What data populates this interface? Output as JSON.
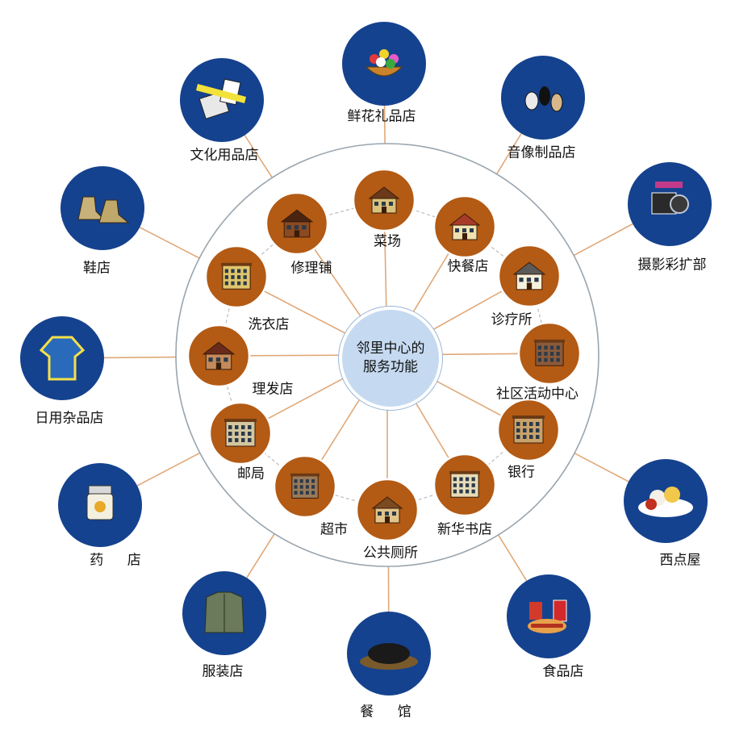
{
  "center": {
    "line1": "邻里中心的",
    "line2": "服务功能"
  },
  "inner_nodes": [
    {
      "id": "caichang",
      "label": "菜场",
      "icon": "house-icon"
    },
    {
      "id": "kuaican",
      "label": "快餐店",
      "icon": "restaurant-icon"
    },
    {
      "id": "zhenliao",
      "label": "诊疗所",
      "icon": "clinic-icon"
    },
    {
      "id": "shequ",
      "label": "社区活动中心",
      "icon": "community-center-icon"
    },
    {
      "id": "yinhang",
      "label": "银行",
      "icon": "bank-icon"
    },
    {
      "id": "xinhua",
      "label": "新华书店",
      "icon": "bookstore-icon"
    },
    {
      "id": "cesuo",
      "label": "公共厕所",
      "icon": "public-toilet-icon"
    },
    {
      "id": "chaoshi",
      "label": "超市",
      "icon": "supermarket-icon"
    },
    {
      "id": "youju",
      "label": "邮局",
      "icon": "post-office-icon"
    },
    {
      "id": "lifa",
      "label": "理发店",
      "icon": "barber-icon"
    },
    {
      "id": "xiyi",
      "label": "洗衣店",
      "icon": "laundry-icon"
    },
    {
      "id": "xiuli",
      "label": "修理铺",
      "icon": "repair-shop-icon"
    }
  ],
  "outer_nodes": [
    {
      "id": "xianhua",
      "label": "鲜花礼品店",
      "icon": "flower-basket-icon"
    },
    {
      "id": "yinxiang",
      "label": "音像制品店",
      "icon": "music-icon"
    },
    {
      "id": "sheying",
      "label": "摄影彩扩部",
      "icon": "camera-icon"
    },
    {
      "id": "xidian",
      "label": "西点屋",
      "icon": "dessert-icon"
    },
    {
      "id": "shipin",
      "label": "食品店",
      "icon": "fast-food-icon"
    },
    {
      "id": "canguan",
      "label": "餐 馆",
      "icon": "roast-dish-icon"
    },
    {
      "id": "fuzhuang",
      "label": "服装店",
      "icon": "jacket-icon"
    },
    {
      "id": "yaodian",
      "label": "药 店",
      "icon": "medicine-bottle-icon"
    },
    {
      "id": "riyong",
      "label": "日用杂品店",
      "icon": "shirt-icon"
    },
    {
      "id": "xiedian",
      "label": "鞋店",
      "icon": "boots-icon"
    },
    {
      "id": "wenhua",
      "label": "文化用品店",
      "icon": "stationery-icon"
    }
  ],
  "colors": {
    "inner_fill": "#b35a14",
    "inner_border": "#ffffff",
    "outer_fill": "#15428e",
    "connector": "#e0a878",
    "ring": "#9aa5ae",
    "hub_fill": "#c5daf0"
  }
}
